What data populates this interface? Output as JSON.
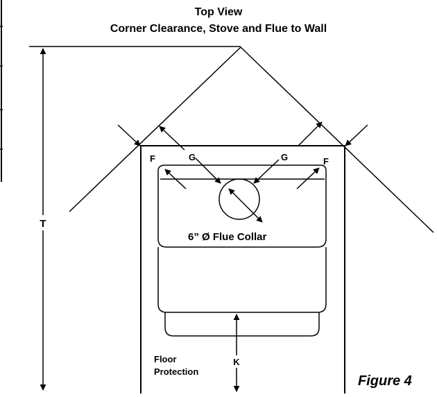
{
  "title": {
    "line1": "Top View",
    "line2": "Corner Clearance, Stove and Flue to Wall"
  },
  "labels": {
    "F": "F",
    "G": "G",
    "T": "T",
    "K": "K",
    "flue_collar": "6” Ø Flue Collar",
    "floor_line1": "Floor",
    "floor_line2": "Protection"
  },
  "figure_label": "Figure 4",
  "colors": {
    "ink": "#000000",
    "paper": "#ffffff"
  }
}
